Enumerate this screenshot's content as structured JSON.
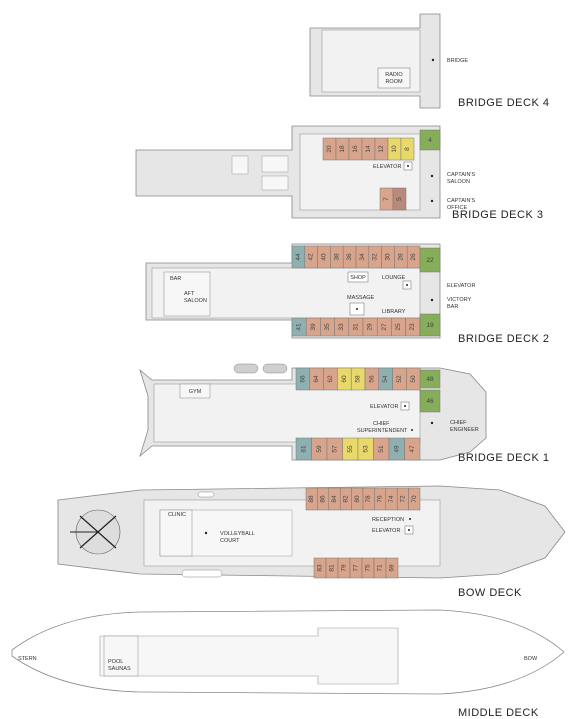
{
  "decks": {
    "bridge4": {
      "title": "BRIDGE DECK 4",
      "labels": {
        "radio_room_1": "RADIO",
        "radio_room_2": "ROOM",
        "bridge": "BRIDGE"
      }
    },
    "bridge3": {
      "title": "BRIDGE DECK 3",
      "labels": {
        "elevator": "ELEVATOR",
        "captains_saloon_1": "CAPTAIN'S",
        "captains_saloon_2": "SALOON",
        "captains_office_1": "CAPTAIN'S",
        "captains_office_2": "OFFICE"
      },
      "cabins_top": [
        {
          "n": "20",
          "c": "#d9a48c"
        },
        {
          "n": "18",
          "c": "#d9a48c"
        },
        {
          "n": "16",
          "c": "#d9a48c"
        },
        {
          "n": "14",
          "c": "#d9a48c"
        },
        {
          "n": "12",
          "c": "#d9a48c"
        },
        {
          "n": "10",
          "c": "#e9d86a"
        },
        {
          "n": "8",
          "c": "#e9d86a"
        }
      ],
      "cabin_green": "4",
      "cabins_lower": [
        {
          "n": "7",
          "c": "#d9a48c"
        },
        {
          "n": "5",
          "c": "#b98a7c"
        }
      ]
    },
    "bridge2": {
      "title": "BRIDGE DECK 2",
      "labels": {
        "bar": "BAR",
        "aft_saloon_1": "AFT",
        "aft_saloon_2": "SALOON",
        "shop": "SHOP",
        "massage": "MASSAGE",
        "lounge": "LOUNGE",
        "library": "LIBRARY",
        "elevator": "ELEVATOR",
        "victory_bar_1": "VICTORY",
        "victory_bar_2": "BAR"
      },
      "cabins_top": [
        "44",
        "42",
        "40",
        "38",
        "36",
        "34",
        "32",
        "30",
        "28",
        "26"
      ],
      "cabins_bottom": [
        "41",
        "39",
        "35",
        "33",
        "31",
        "29",
        "27",
        "25",
        "23"
      ],
      "green_top": "22",
      "green_bottom": "19"
    },
    "bridge1": {
      "title": "BRIDGE DECK 1",
      "labels": {
        "gym": "GYM",
        "elevator": "ELEVATOR",
        "chief_superintendent_1": "CHIEF",
        "chief_superintendent_2": "SUPERINTENDENT",
        "chief_engineer_1": "CHIEF",
        "chief_engineer_2": "ENGINEER"
      },
      "cabins_top": [
        {
          "n": "66",
          "c": "#8fb0b0"
        },
        {
          "n": "64",
          "c": "#d9a48c"
        },
        {
          "n": "62",
          "c": "#d9a48c"
        },
        {
          "n": "60",
          "c": "#e9d86a"
        },
        {
          "n": "58",
          "c": "#e9d86a"
        },
        {
          "n": "56",
          "c": "#d9a48c"
        },
        {
          "n": "54",
          "c": "#8fb0b0"
        },
        {
          "n": "52",
          "c": "#d9a48c"
        },
        {
          "n": "50",
          "c": "#d9a48c"
        }
      ],
      "cabins_bottom": [
        {
          "n": "61",
          "c": "#8fb0b0"
        },
        {
          "n": "59",
          "c": "#d9a48c"
        },
        {
          "n": "57",
          "c": "#d9a48c"
        },
        {
          "n": "55",
          "c": "#e9d86a"
        },
        {
          "n": "53",
          "c": "#e9d86a"
        },
        {
          "n": "51",
          "c": "#d9a48c"
        },
        {
          "n": "49",
          "c": "#8fb0b0"
        },
        {
          "n": "47",
          "c": "#d9a48c"
        }
      ],
      "green_1": "48",
      "green_2": "46"
    },
    "bow": {
      "title": "BOW DECK",
      "labels": {
        "clinic": "CLINIC",
        "volleyball_1": "VOLLEYBALL",
        "volleyball_2": "COURT",
        "reception": "RECEPTION",
        "elevator": "ELEVATOR"
      },
      "cabins_top": [
        "88",
        "86",
        "84",
        "82",
        "80",
        "78",
        "76",
        "74",
        "72",
        "70"
      ],
      "cabins_bottom": [
        "83",
        "81",
        "79",
        "77",
        "75",
        "71",
        "69"
      ]
    },
    "middle": {
      "title": "MIDDLE DECK",
      "labels": {
        "stern": "STERN",
        "bow": "BOW",
        "pool_1": "POOL",
        "pool_2": "SAUNAS"
      }
    }
  },
  "colors": {
    "deck_fill": "#e6e6e6",
    "room_fill": "#f2f2f2",
    "cabin_salmon": "#d9a48c",
    "cabin_yellow": "#e9d86a",
    "cabin_teal": "#8fb0b0",
    "cabin_green": "#86ad5a"
  }
}
